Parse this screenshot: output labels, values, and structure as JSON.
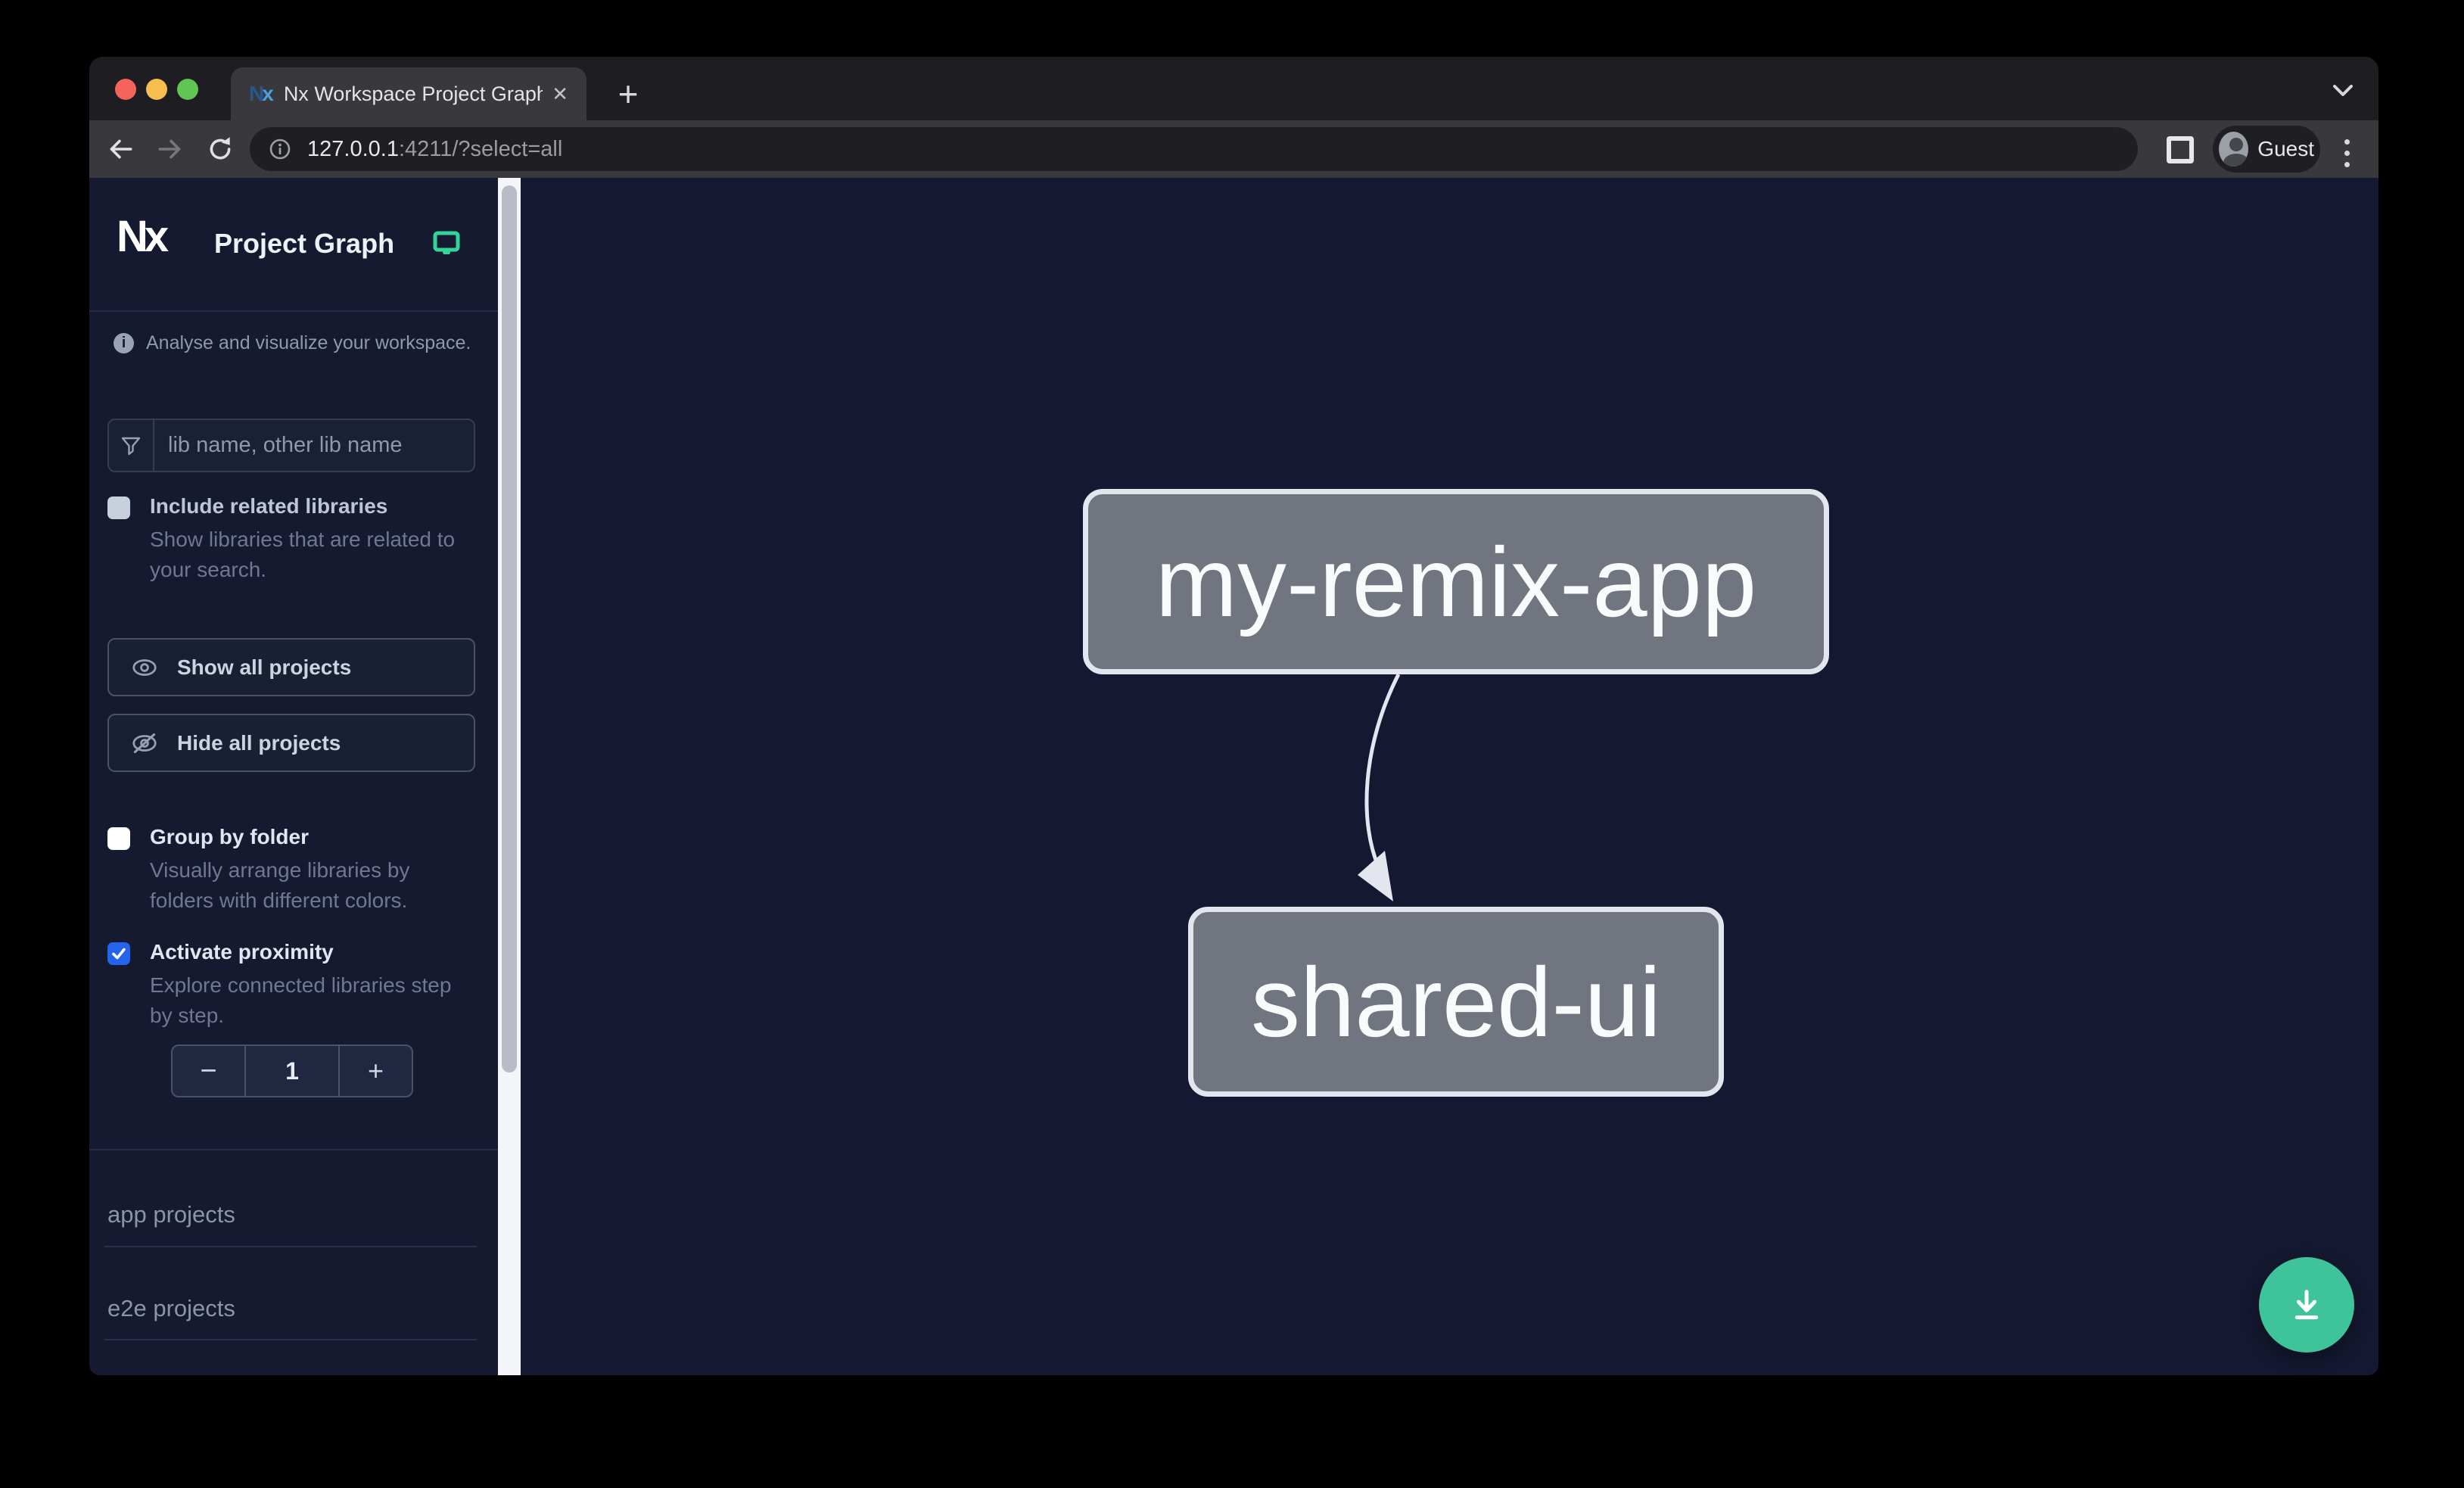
{
  "browser": {
    "tab": {
      "title": "Nx Workspace Project Graph",
      "favicon": "nx-logo-icon",
      "close_label": "✕"
    },
    "new_tab_label": "+",
    "toolbar": {
      "url": {
        "host": "127.0.0.1",
        "rest": ":4211/?select=all",
        "info_icon": "info-circle-icon"
      },
      "profile": {
        "label": "Guest",
        "avatar_icon": "person-icon"
      },
      "icons": [
        "arrow-left-icon",
        "arrow-right-icon",
        "reload-icon",
        "side-panel-icon",
        "kebab-menu-icon",
        "chevron-down-icon"
      ]
    }
  },
  "sidebar": {
    "logo": "Nx",
    "app_title": "Project Graph",
    "environment_icon": "monitor-icon",
    "tagline": "Analyse and visualize your workspace.",
    "filter": {
      "icon": "funnel-icon",
      "placeholder": "lib name, other lib name",
      "value": ""
    },
    "options": [
      {
        "label": "Include related libraries",
        "description": "Show libraries that are related to your search.",
        "checked": false
      },
      {
        "label": "Group by folder",
        "description": "Visually arrange libraries by folders with different colors.",
        "checked": false
      },
      {
        "label": "Activate proximity",
        "description": "Explore connected libraries step by step.",
        "checked": true
      }
    ],
    "actions": [
      {
        "label": "Show all projects",
        "icon": "eye-icon"
      },
      {
        "label": "Hide all projects",
        "icon": "eye-off-icon"
      }
    ],
    "proximity_stepper": {
      "decrement": "−",
      "value": "1",
      "increment": "+"
    },
    "sections": [
      {
        "label": "app projects"
      },
      {
        "label": "e2e projects"
      }
    ]
  },
  "graph": {
    "nodes": [
      {
        "id": "my-remix-app"
      },
      {
        "id": "shared-ui"
      }
    ],
    "edges": [
      {
        "source": "my-remix-app",
        "target": "shared-ui"
      }
    ],
    "download_button_icon": "download-icon"
  },
  "colors": {
    "accent_green": "#34d399",
    "fab_green": "#3fc39a",
    "checkbox_blue": "#2563eb",
    "canvas_bg": "#141830",
    "node_fill": "#71757f",
    "node_border": "#e3e6ef",
    "traffic_red": "#f4645c",
    "traffic_yellow": "#f6bd4f",
    "traffic_green": "#61c554"
  }
}
